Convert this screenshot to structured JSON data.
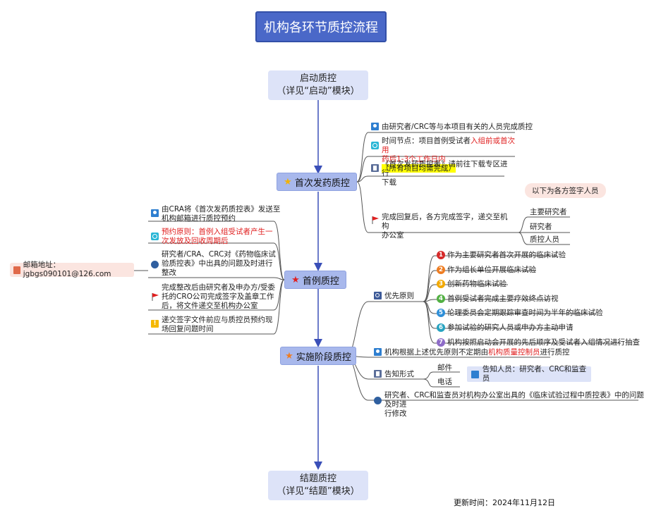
{
  "title": "机构各环节质控流程",
  "start_node": {
    "line1": "启动质控",
    "line2": "（详见“启动”模块）"
  },
  "end_node": {
    "line1": "结题质控",
    "line2": "（详见“结题”模块）"
  },
  "first_dose": {
    "label": "首次发药质控",
    "items": {
      "who": "由研究者/CRC等与本项目有关的人员完成质控",
      "time_prefix": "时间节点：项目首例受试者",
      "time_red1": "入组前或首次用",
      "time_red2": "药后1-3个工作日内",
      "time_highlight": "（所有项目均需完成）",
      "form_line1": "《首次发药质控表》请前往下载专区进行",
      "form_line2": "下载",
      "reply_line1": "完成回复后，各方完成签字，递交至机构",
      "reply_line2": "办公室",
      "signers_note": "以下为各方签字人员",
      "signers": [
        "主要研究者",
        "研究者",
        "质控人员"
      ]
    }
  },
  "first_case": {
    "label": "首例质控",
    "items": {
      "send_line1": "由CRA将《首次发药质控表》发送至",
      "send_line2": "机构邮箱进行质控预约",
      "rule_line1": "预约原则：首例入组受试者产生一",
      "rule_line2": "次发放及回收周期后",
      "issue_line1": "研究者/CRA、CRC对《药物临床试",
      "issue_line2": "验质控表》中出具的问题及时进行",
      "issue_line3": "整改",
      "submit_line1": "完成整改后由研究者及申办方/受委",
      "submit_line2": "托的CRO公司完成签字及盖章工作",
      "submit_line3": "后，将文件递交至机构办公室",
      "sign_line1": "递交签字文件前应与质控员预约现",
      "sign_line2": "场回复问题时间",
      "email": "邮箱地址：jgbgs090101@126.com"
    }
  },
  "implementation": {
    "label": "实施阶段质控",
    "priority_label": "优先原则",
    "priorities": [
      {
        "num": "1",
        "text": "作为主要研究者首次开展的临床试验",
        "color": "#d62b2b"
      },
      {
        "num": "2",
        "text": "作为组长单位开展临床试验",
        "color": "#ee7d22"
      },
      {
        "num": "3",
        "text": "创新药物临床试验",
        "color": "#f2a900"
      },
      {
        "num": "4",
        "text": "首例受试者完成主要疗效终点访视",
        "color": "#52b043"
      },
      {
        "num": "5",
        "text": "伦理委员会定期跟踪审查时间为半年的临床试验",
        "color": "#2f8fd8"
      },
      {
        "num": "6",
        "text": "参加试验的研究人员或申办方主动申请",
        "color": "#27a3c0"
      },
      {
        "num": "7",
        "text": "机构按照启动会开展的先后顺序及受试者入组情况进行抽查",
        "color": "#8e6cc8"
      }
    ],
    "schedule_prefix": "机构根据上述优先原则不定期由",
    "schedule_red": "机构质量控制员",
    "schedule_suffix": "进行质控",
    "notify_label": "告知形式",
    "notify_methods": [
      "邮件",
      "电话"
    ],
    "notify_people": "告知人员：研究者、CRC和监查员",
    "fix_line1": "研究者、CRC和监查员对机构办公室出具的《临床试验过程中质控表》中的问题及时进",
    "fix_line2": "行修改"
  },
  "updated": "更新时间：2024年11月12日",
  "colors": {
    "title_bg": "#4a68c8",
    "node_bg": "#a8b8ec",
    "arrow": "#3a4fb8",
    "red": "#e02020"
  }
}
